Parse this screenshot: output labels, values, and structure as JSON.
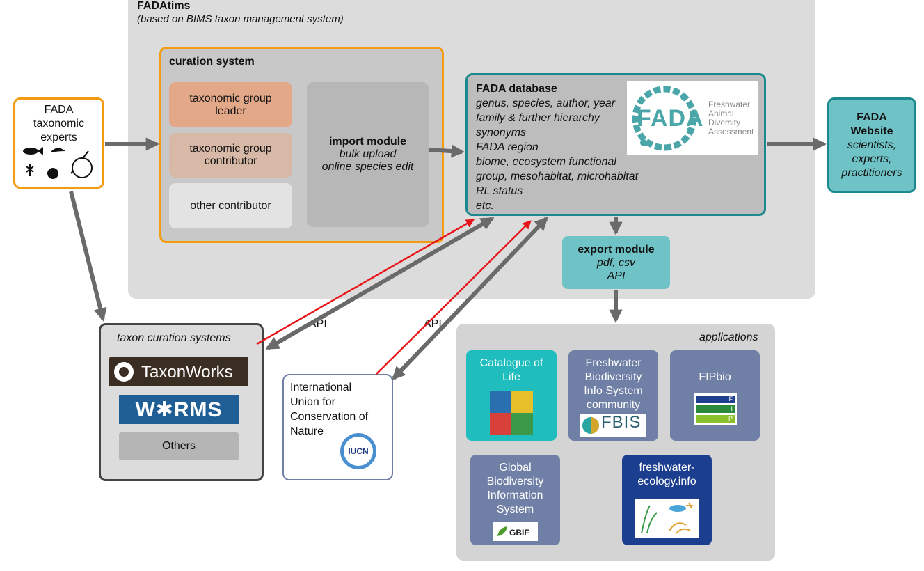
{
  "fadatims": {
    "title": "FADAtims",
    "subtitle": "(based on BIMS taxon management system)"
  },
  "curation": {
    "title": "curation system",
    "leader_1": "taxonomic group",
    "leader_2": "leader",
    "contributor_1": "taxonomic group",
    "contributor_2": "contributor",
    "other": "other contributor"
  },
  "import_module": {
    "title": "import module",
    "line1": "bulk upload",
    "line2": "online species edit"
  },
  "database": {
    "title": "FADA database",
    "lines": [
      "genus, species, author, year",
      "family & further hierarchy",
      "synonyms",
      "FADA region",
      "biome, ecosystem functional",
      "group, mesohabitat, microhabitat",
      "RL status",
      "etc."
    ],
    "logo": {
      "wordmark": "FADA",
      "caption_1": "Freshwater",
      "caption_2": "Animal",
      "caption_3": "Diversity",
      "caption_4": "Assessment"
    }
  },
  "experts": {
    "line1": "FADA",
    "line2": "taxonomic",
    "line3": "experts"
  },
  "website": {
    "line1": "FADA",
    "line2": "Website",
    "line3": "scientists,",
    "line4": "experts,",
    "line5": "practitioners"
  },
  "export_module": {
    "title": "export module",
    "line1": "pdf, csv",
    "line2": "API"
  },
  "taxon_curation": {
    "title": "taxon curation systems",
    "taxonworks": "TaxonWorks",
    "worms": "W✱RMS",
    "others": "Others"
  },
  "iucn": {
    "line1": "International",
    "line2": "Union for",
    "line3": "Conservation of",
    "line4": "Nature",
    "logo": "IUCN"
  },
  "api_label_1": "API",
  "api_label_2": "API",
  "applications": {
    "title": "applications",
    "col": {
      "line1": "Catalogue of",
      "line2": "Life"
    },
    "fbis": {
      "line1": "Freshwater",
      "line2": "Biodiversity",
      "line3": "Info System",
      "line4": "community",
      "logo": "FBIS"
    },
    "fipbio": {
      "title": "FIPbio",
      "logo_letters": [
        "F",
        "I",
        "P"
      ]
    },
    "gbif": {
      "line1": "Global",
      "line2": "Biodiversity",
      "line3": "Information",
      "line4": "System",
      "logo": "GBIF"
    },
    "fwe": {
      "line1": "freshwater-",
      "line2": "ecology.info"
    }
  },
  "colors": {
    "orange": "#f39c12",
    "teal": "#1b8a8f",
    "teal_fill": "#6fc3c6",
    "navy_app": "#6f7fa5",
    "col_app": "#1fbdbd",
    "fwe_app": "#1c3e8f",
    "red_arrow": "#e8141a",
    "gray_arrow": "#6a6a6a"
  }
}
